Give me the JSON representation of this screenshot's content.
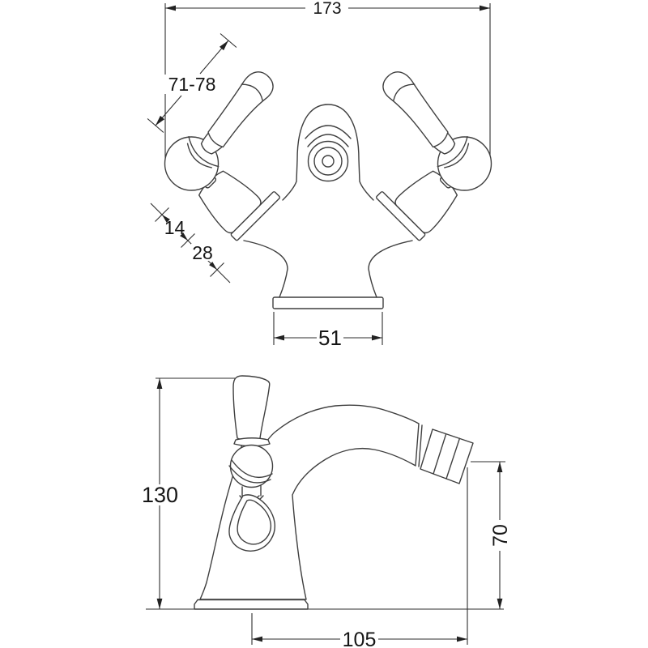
{
  "drawing": {
    "type": "technical-dimension-drawing",
    "subject": "bidet mono mixer tap",
    "background_color": "#ffffff",
    "line_color": "#3f3f3f",
    "dimension_line_color": "#2e2e2e",
    "text_color": "#161616",
    "front_view": {
      "dims": {
        "overall_width": "173",
        "lever_length": "71-78",
        "cartridge_depth": "14",
        "hub_depth": "28",
        "base_width": "51"
      }
    },
    "side_view": {
      "dims": {
        "overall_height": "130",
        "outlet_height": "70",
        "spout_reach": "105"
      }
    }
  }
}
